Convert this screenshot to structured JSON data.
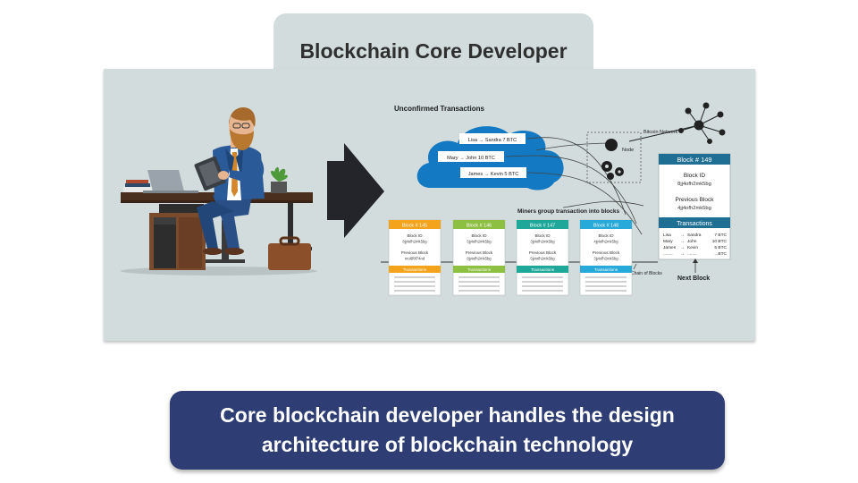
{
  "title": "Blockchain Core Developer",
  "caption": "Core blockchain developer handles the design architecture of blockchain technology",
  "diagram": {
    "unconfirmed_label": "Unconfirmed Transactions",
    "transactions": [
      {
        "from": "Lisa",
        "to": "Sandra",
        "amount": "7 BTC"
      },
      {
        "from": "Mary",
        "to": "John",
        "amount": "10 BTC"
      },
      {
        "from": "James",
        "to": "Kevin",
        "amount": "5 BTC"
      }
    ],
    "network_label": "Bitcoin Network",
    "node_label": "Node",
    "miners_label": "Miners group transaction into blocks",
    "chain_label": "Chain of Blocks",
    "next_block_label": "Next Block",
    "block_id_label": "Block ID",
    "previous_block_label": "Previous Block",
    "transactions_label": "Transactions",
    "blocks": [
      {
        "title": "Block # 145",
        "block_id": "8jj4ofh2mk5bg",
        "previous": "nru8f8f74nd",
        "color": "#f4a31c"
      },
      {
        "title": "Block # 146",
        "block_id": "5jj4ofh2mk5bg",
        "previous": "8jj4ofh2mk5bg",
        "color": "#8dbf41"
      },
      {
        "title": "Block # 147",
        "block_id": "3jj4ofh2mk5bg",
        "previous": "5jj4ofh2mk5bg",
        "color": "#1fa79a"
      },
      {
        "title": "Block # 148",
        "block_id": "4jj4ofh2mk5bg",
        "previous": "3jj4ofh2mk5bg",
        "color": "#27a9d9"
      }
    ],
    "big_block": {
      "title": "Block # 149",
      "block_id": "8jj4ofh2mk5bg",
      "previous": "4jj4ofh2mk5bg",
      "color": "#1f6e93",
      "rows": [
        {
          "from": "Lisa",
          "to": "Sandra",
          "amount": "7 BTC"
        },
        {
          "from": "Mary",
          "to": "John",
          "amount": "10 BTC"
        },
        {
          "from": "James",
          "to": "Kevin",
          "amount": "5 BTC"
        },
        {
          "from": "........",
          "to": "........",
          "amount": "...BTC"
        }
      ]
    }
  }
}
